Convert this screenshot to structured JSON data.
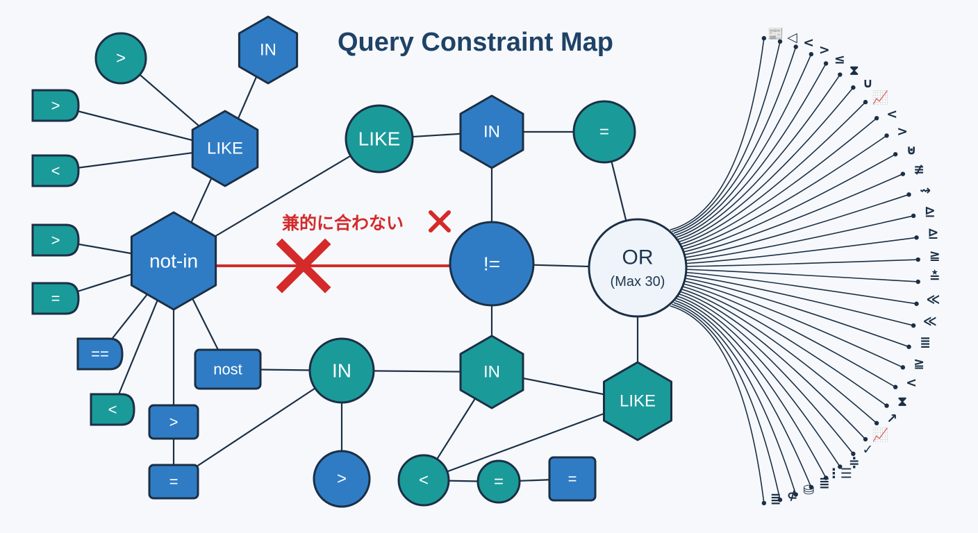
{
  "title": "Query Constraint Map",
  "colors": {
    "blue": "#2f7cc4",
    "teal": "#1b9a9a",
    "hub": "#eef4f9",
    "conflict": "#d42a2a",
    "ink": "#1b2f45"
  },
  "conflict_label": "兼的に合わない",
  "nodes": [
    {
      "id": "gt1",
      "label": ">",
      "shape": "circle",
      "color": "teal"
    },
    {
      "id": "in_top",
      "label": "IN",
      "shape": "hexagon",
      "color": "blue"
    },
    {
      "id": "r_gt2",
      "label": ">",
      "shape": "tag",
      "color": "teal"
    },
    {
      "id": "like_left",
      "label": "LIKE",
      "shape": "hexagon",
      "color": "blue"
    },
    {
      "id": "r_lt1",
      "label": "<",
      "shape": "tag",
      "color": "teal"
    },
    {
      "id": "r_gt3",
      "label": ">",
      "shape": "tag",
      "color": "teal"
    },
    {
      "id": "r_eq1",
      "label": "=",
      "shape": "tag",
      "color": "teal"
    },
    {
      "id": "notin",
      "label": "not-in",
      "shape": "hexagon",
      "color": "blue"
    },
    {
      "id": "r_eqeq",
      "label": "==",
      "shape": "tag",
      "color": "blue"
    },
    {
      "id": "r_lt2",
      "label": "<",
      "shape": "tag",
      "color": "teal"
    },
    {
      "id": "r_gt4",
      "label": ">",
      "shape": "rect",
      "color": "blue"
    },
    {
      "id": "r_eq2",
      "label": "=",
      "shape": "rect",
      "color": "blue"
    },
    {
      "id": "nost",
      "label": "nost",
      "shape": "rect",
      "color": "blue"
    },
    {
      "id": "like_c",
      "label": "LIKE",
      "shape": "circle",
      "color": "teal"
    },
    {
      "id": "in_c1",
      "label": "IN",
      "shape": "hexagon",
      "color": "blue"
    },
    {
      "id": "eq_c",
      "label": "=",
      "shape": "circle",
      "color": "teal"
    },
    {
      "id": "neq",
      "label": "!=",
      "shape": "circle",
      "color": "blue"
    },
    {
      "id": "in_c2",
      "label": "IN",
      "shape": "circle",
      "color": "teal"
    },
    {
      "id": "in_c3",
      "label": "IN",
      "shape": "hexagon",
      "color": "teal"
    },
    {
      "id": "like_r",
      "label": "LIKE",
      "shape": "hexagon",
      "color": "teal"
    },
    {
      "id": "gt_b",
      "label": ">",
      "shape": "circle",
      "color": "blue"
    },
    {
      "id": "lt_b",
      "label": "<",
      "shape": "circle",
      "color": "teal"
    },
    {
      "id": "eq_b",
      "label": "=",
      "shape": "circle",
      "color": "teal"
    },
    {
      "id": "eq_b2",
      "label": "=",
      "shape": "rect",
      "color": "blue"
    }
  ],
  "hub": {
    "label": "OR",
    "sublabel": "(Max 30)"
  },
  "edges": [
    [
      "gt1",
      "like_left"
    ],
    [
      "in_top",
      "like_left"
    ],
    [
      "r_gt2",
      "like_left"
    ],
    [
      "r_lt1",
      "like_left"
    ],
    [
      "like_left",
      "notin"
    ],
    [
      "r_gt3",
      "notin"
    ],
    [
      "r_eq1",
      "notin"
    ],
    [
      "r_eqeq",
      "notin"
    ],
    [
      "r_lt2",
      "notin"
    ],
    [
      "r_gt4",
      "notin"
    ],
    [
      "nost",
      "notin"
    ],
    [
      "notin",
      "like_c"
    ],
    [
      "like_c",
      "in_c1"
    ],
    [
      "in_c1",
      "eq_c"
    ],
    [
      "in_c1",
      "neq"
    ],
    [
      "neq",
      "hub"
    ],
    [
      "eq_c",
      "hub"
    ],
    [
      "neq",
      "in_c3"
    ],
    [
      "nost",
      "in_c2"
    ],
    [
      "in_c2",
      "in_c3"
    ],
    [
      "in_c2",
      "gt_b"
    ],
    [
      "in_c2",
      "r_eq2"
    ],
    [
      "r_gt4",
      "r_eq2"
    ],
    [
      "in_c3",
      "like_r"
    ],
    [
      "hub",
      "like_r"
    ],
    [
      "in_c3",
      "lt_b"
    ],
    [
      "like_r",
      "lt_b"
    ],
    [
      "lt_b",
      "eq_b"
    ],
    [
      "eq_b",
      "eq_b2"
    ]
  ],
  "fan_symbols": [
    "📰",
    "◁",
    "<",
    ">",
    "≤",
    "⧗",
    "∪",
    "📈",
    "<",
    ">",
    "⊍",
    "≢",
    "⇝",
    "⊵",
    "⊵",
    "≧",
    "≛",
    "≪",
    "≪",
    "≣",
    "≧",
    "<",
    "⧗",
    "↗",
    "📈",
    "✓",
    "≑",
    "⋮☰",
    "≣",
    "⛁",
    "⊄",
    "≣"
  ]
}
